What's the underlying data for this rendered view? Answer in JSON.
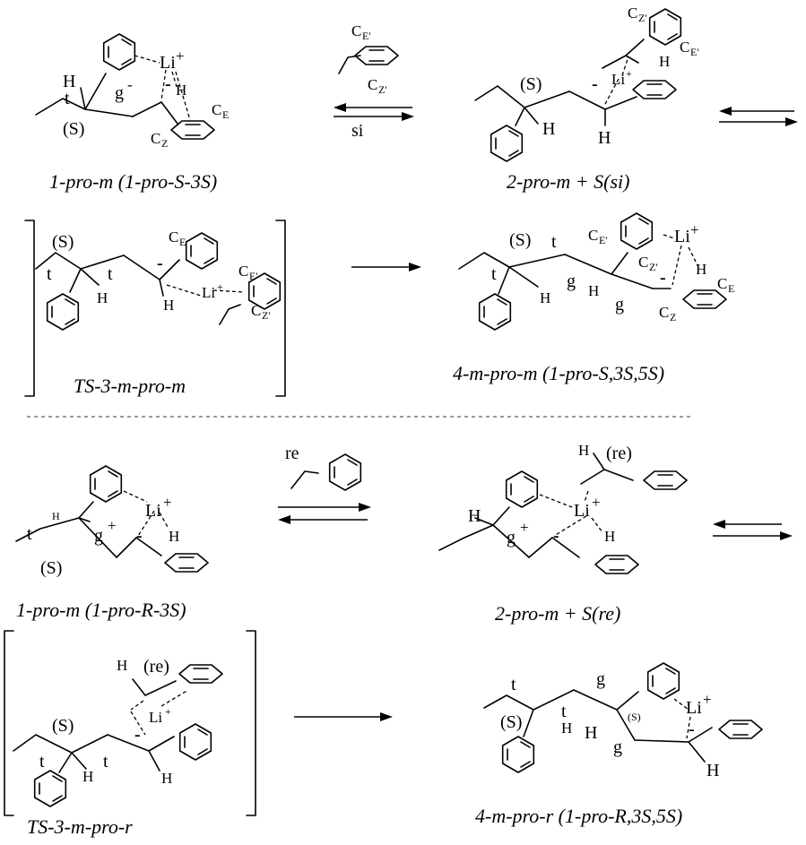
{
  "captions": {
    "c1": "1-pro-m (1-pro-S-3S)",
    "c2": "2-pro-m + S(si)",
    "c3": "TS-3-m-pro-m",
    "c4": "4-m-pro-m (1-pro-S,3S,5S)",
    "c5": "1-pro-m (1-pro-R-3S)",
    "c6": "2-pro-m + S(re)",
    "c7": "TS-3-m-pro-r",
    "c8": "4-m-pro-r (1-pro-R,3S,5S)"
  },
  "arrows": {
    "si_label": "si",
    "re_label": "re"
  },
  "atoms": {
    "li": "Li",
    "plus": "+",
    "minus": "-",
    "h": "H",
    "t": "t",
    "g": "g",
    "s": "(S)",
    "re": "(re)",
    "s_small": "(S)",
    "ce": "E",
    "ce_prime": "E'",
    "cz": "Z",
    "cz_prime": "Z'",
    "c": "C"
  }
}
